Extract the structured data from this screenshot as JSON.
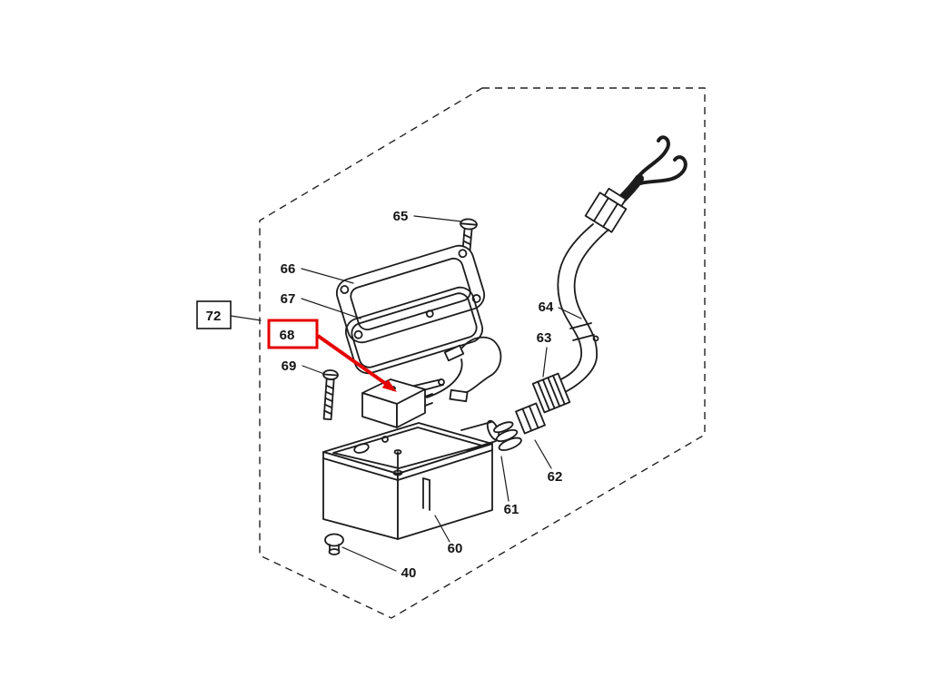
{
  "diagram": {
    "ref_label": "72",
    "highlighted_part": "68",
    "labels": {
      "p40": "40",
      "p60": "60",
      "p61": "61",
      "p62": "62",
      "p63": "63",
      "p64": "64",
      "p65": "65",
      "p66": "66",
      "p67": "67",
      "p68": "68",
      "p69": "69"
    },
    "colors": {
      "ink": "#1c1c1c",
      "highlight": "#e60000",
      "background": "#ffffff"
    }
  }
}
